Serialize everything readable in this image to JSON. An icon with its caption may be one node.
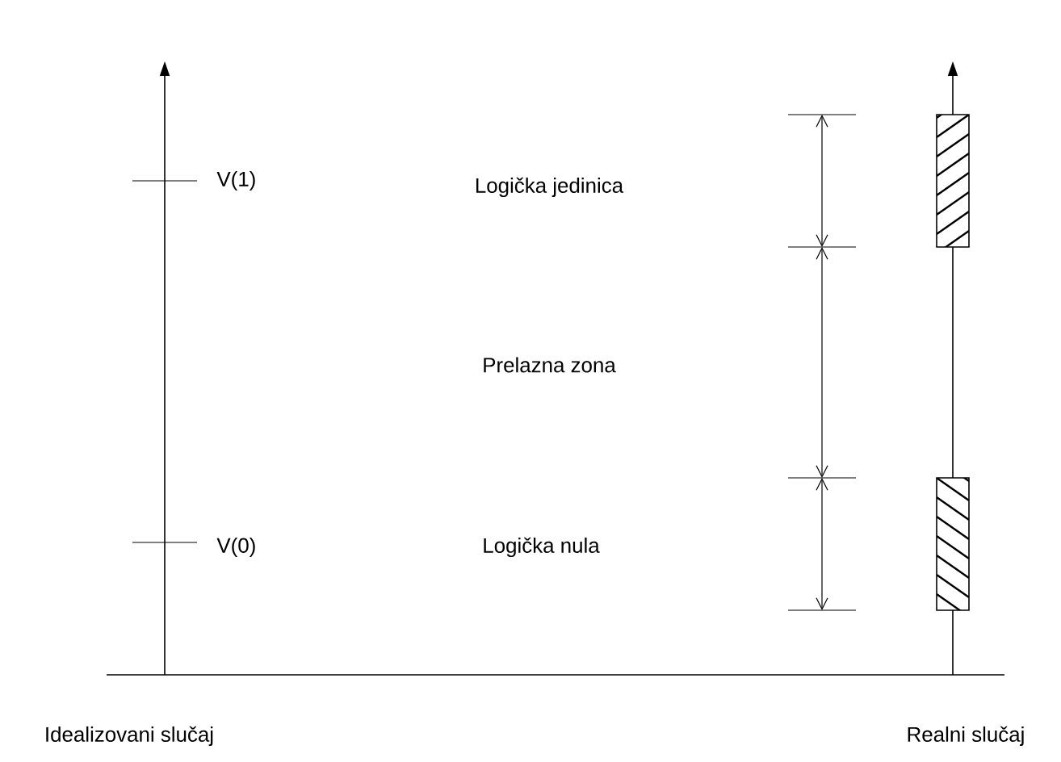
{
  "diagram": {
    "labels": [
      "V(1)",
      "Logička jedinica",
      "Prelazna zona",
      "V(0)",
      "Logička nula",
      "Idealizovani slučaj",
      "Realni slučaj"
    ]
  }
}
